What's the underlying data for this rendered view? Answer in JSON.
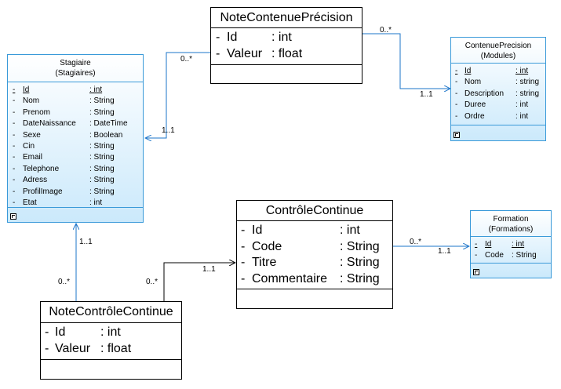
{
  "classes": {
    "stagiaire": {
      "name": "Stagiaire",
      "subtitle": "(Stagiaires)",
      "attributes": [
        {
          "vis": "-",
          "name": "Id",
          "type": ": int",
          "key": true
        },
        {
          "vis": "-",
          "name": "Nom",
          "type": ": String"
        },
        {
          "vis": "-",
          "name": "Prenom",
          "type": ": String"
        },
        {
          "vis": "-",
          "name": "DateNaissance",
          "type": ": DateTime"
        },
        {
          "vis": "-",
          "name": "Sexe",
          "type": ": Boolean"
        },
        {
          "vis": "-",
          "name": "Cin",
          "type": ": String"
        },
        {
          "vis": "-",
          "name": "Email",
          "type": ": String"
        },
        {
          "vis": "-",
          "name": "Telephone",
          "type": ": String"
        },
        {
          "vis": "-",
          "name": "Adress",
          "type": ": String"
        },
        {
          "vis": "-",
          "name": "ProfilImage",
          "type": ": String"
        },
        {
          "vis": "-",
          "name": "Etat",
          "type": ": int"
        }
      ]
    },
    "note_contenue_precision": {
      "name": "NoteContenuePrécision",
      "attributes": [
        {
          "vis": "-",
          "name": "Id",
          "type": ": int"
        },
        {
          "vis": "-",
          "name": "Valeur",
          "type": ": float"
        }
      ]
    },
    "contenue_precision": {
      "name": "ContenuePrecision",
      "subtitle": "(Modules)",
      "attributes": [
        {
          "vis": "-",
          "name": "Id",
          "type": ": int",
          "key": true
        },
        {
          "vis": "-",
          "name": "Nom",
          "type": ": string"
        },
        {
          "vis": "-",
          "name": "Description",
          "type": ": string"
        },
        {
          "vis": "-",
          "name": "Duree",
          "type": ": int"
        },
        {
          "vis": "-",
          "name": "Ordre",
          "type": ": int"
        }
      ]
    },
    "controle_continue": {
      "name": "ContrôleContinue",
      "attributes": [
        {
          "vis": "-",
          "name": "Id",
          "type": ": int"
        },
        {
          "vis": "-",
          "name": "Code",
          "type": ": String"
        },
        {
          "vis": "-",
          "name": "Titre",
          "type": ": String"
        },
        {
          "vis": "-",
          "name": "Commentaire",
          "type": ": String"
        }
      ]
    },
    "formation": {
      "name": "Formation",
      "subtitle": "(Formations)",
      "attributes": [
        {
          "vis": "-",
          "name": "Id",
          "type": ": int",
          "key": true
        },
        {
          "vis": "-",
          "name": "Code",
          "type": ": String"
        }
      ]
    },
    "note_controle_continue": {
      "name": "NoteContrôleContinue",
      "attributes": [
        {
          "vis": "-",
          "name": "Id",
          "type": ": int"
        },
        {
          "vis": "-",
          "name": "Valeur",
          "type": ": float"
        }
      ]
    }
  },
  "associations": [
    {
      "from": "note_contenue_precision",
      "to": "stagiaire",
      "from_mult": "0..*",
      "to_mult": "1..1"
    },
    {
      "from": "note_contenue_precision",
      "to": "contenue_precision",
      "from_mult": "0..*",
      "to_mult": "1..1"
    },
    {
      "from": "note_controle_continue",
      "to": "stagiaire",
      "from_mult": "0..*",
      "to_mult": "1..1"
    },
    {
      "from": "note_controle_continue",
      "to": "controle_continue",
      "from_mult": "0..*",
      "to_mult": "1..1"
    },
    {
      "from": "controle_continue",
      "to": "formation",
      "from_mult": "0..*",
      "to_mult": "1..1"
    }
  ],
  "colors": {
    "line": "#1b74c9",
    "border": "#3a9ad9",
    "fill_top": "#ffffff",
    "fill_bottom": "#cbe9fb"
  }
}
